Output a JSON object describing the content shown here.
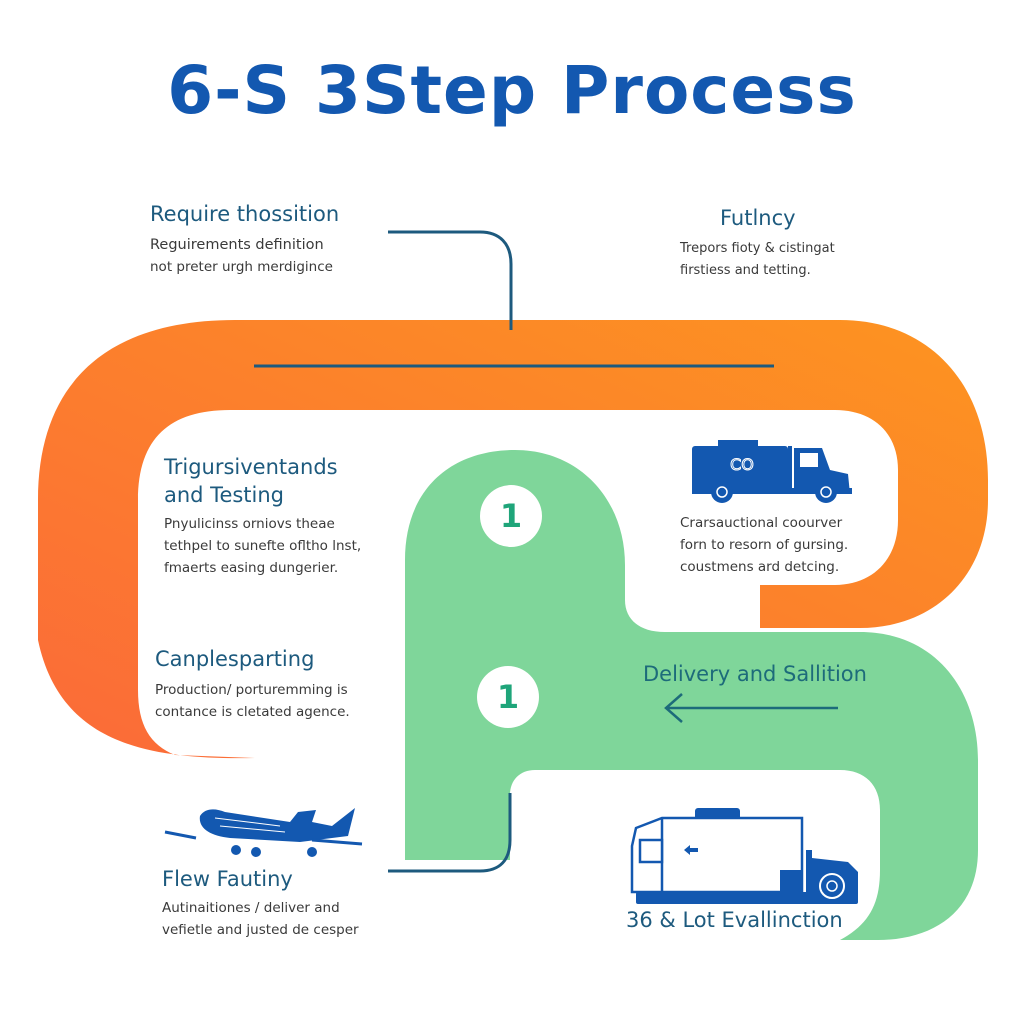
{
  "title": "6-S 3Step Process",
  "colors": {
    "title": "#1358b0",
    "orange_band_start": "#fb6a39",
    "orange_band_end": "#fd9420",
    "green_band": "#7fd69a",
    "connector": "#1d5a7e",
    "icon_blue": "#1358b0",
    "step_number": "#1fa57a"
  },
  "steps": {
    "require": {
      "heading": "Require thossition",
      "lines": [
        "Reguirements definition",
        "not preter urgh merdigince"
      ]
    },
    "futincy": {
      "heading": "Futlncy",
      "lines": [
        "Trepors fioty & cistingat",
        "firstiess and tetting."
      ]
    },
    "testing": {
      "heading_lines": [
        "Trigursiventands",
        "and Testing"
      ],
      "lines": [
        "Pnyulicinss orniovs theae",
        "tethpel to sunefte ofltho lnst,",
        "fmaerts easing dungerier."
      ]
    },
    "tanker": {
      "icon": "tanker-truck-icon",
      "icon_label": "CO",
      "lines": [
        "Crarsauctional coourver",
        "forn to resorn of gursing.",
        "coustmens ard detcing."
      ]
    },
    "canples": {
      "heading": "Canplesparting",
      "lines": [
        "Production/ porturemming is",
        "contance is cletated agence."
      ]
    },
    "delivery": {
      "heading": "Delivery and Sallition",
      "arrow": "arrow-left-icon"
    },
    "flew": {
      "icon": "airplane-icon",
      "heading": "Flew Fautiny",
      "lines": [
        "Autinaitiones / deliver and",
        "vefietle and justed de cesper"
      ]
    },
    "evallinction": {
      "icon": "box-truck-icon",
      "heading": "36 & Lot Evallinction"
    }
  },
  "step_numbers": [
    "1",
    "1"
  ]
}
